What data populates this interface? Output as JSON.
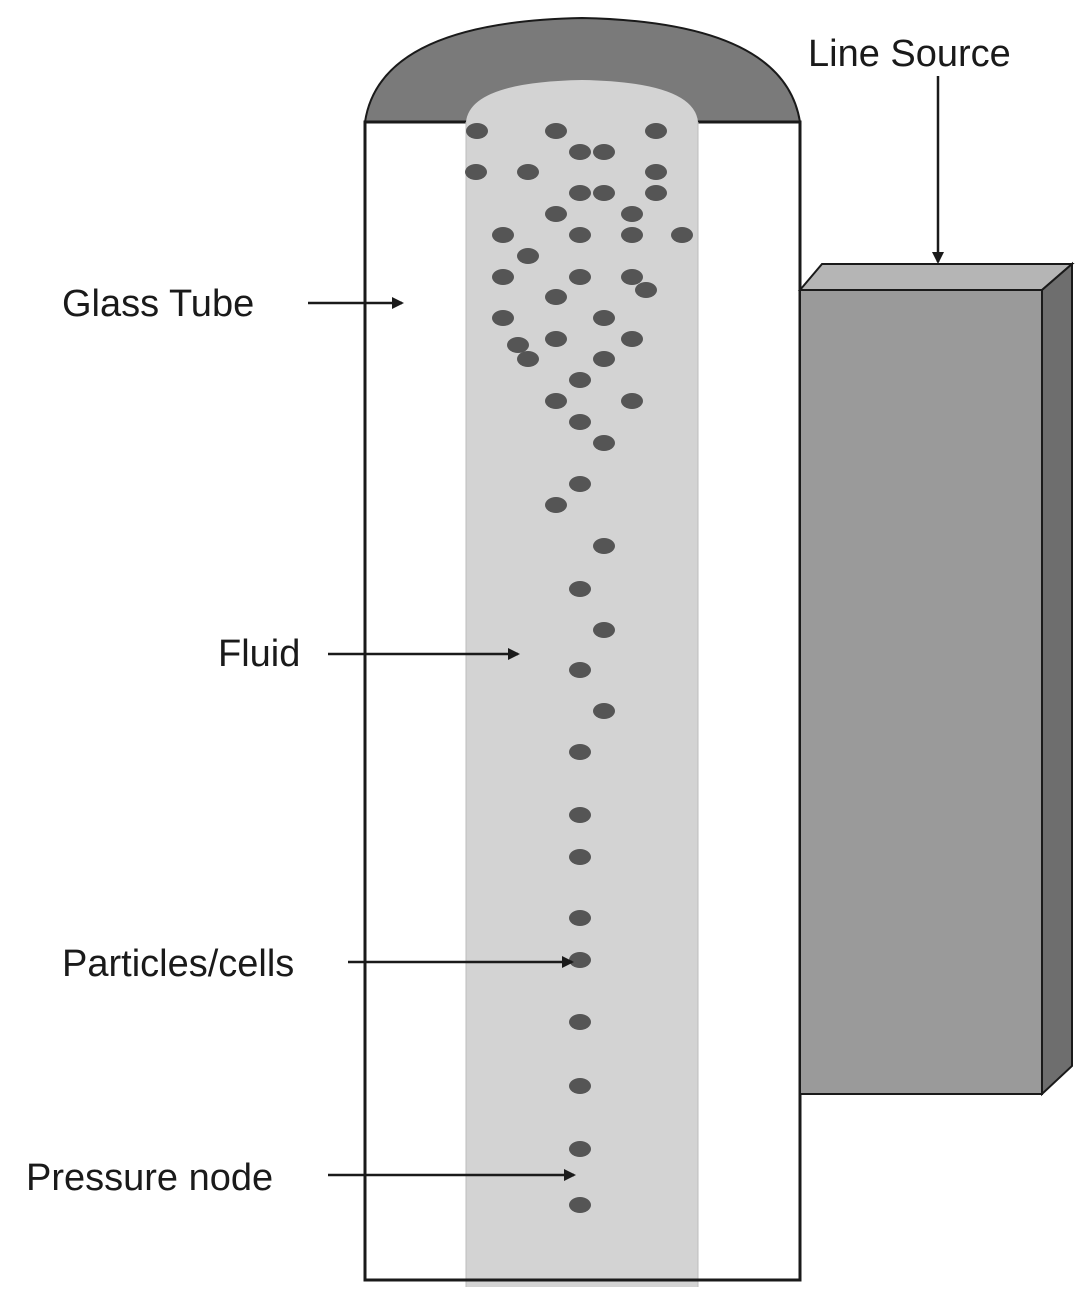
{
  "labels": {
    "glass_tube": "Glass Tube",
    "fluid": "Fluid",
    "particles": "Particles/cells",
    "pressure_node": "Pressure node",
    "line_source": "Line Source"
  },
  "colors": {
    "background": "#ffffff",
    "tube_wall": "#ffffff",
    "fluid": "#d3d3d3",
    "cap": "#7a7a7a",
    "particle": "#555555",
    "source_front": "#9a9a9a",
    "source_top": "#b5b5b5",
    "source_side": "#6e6e6e",
    "outline": "#1a1a1a"
  }
}
